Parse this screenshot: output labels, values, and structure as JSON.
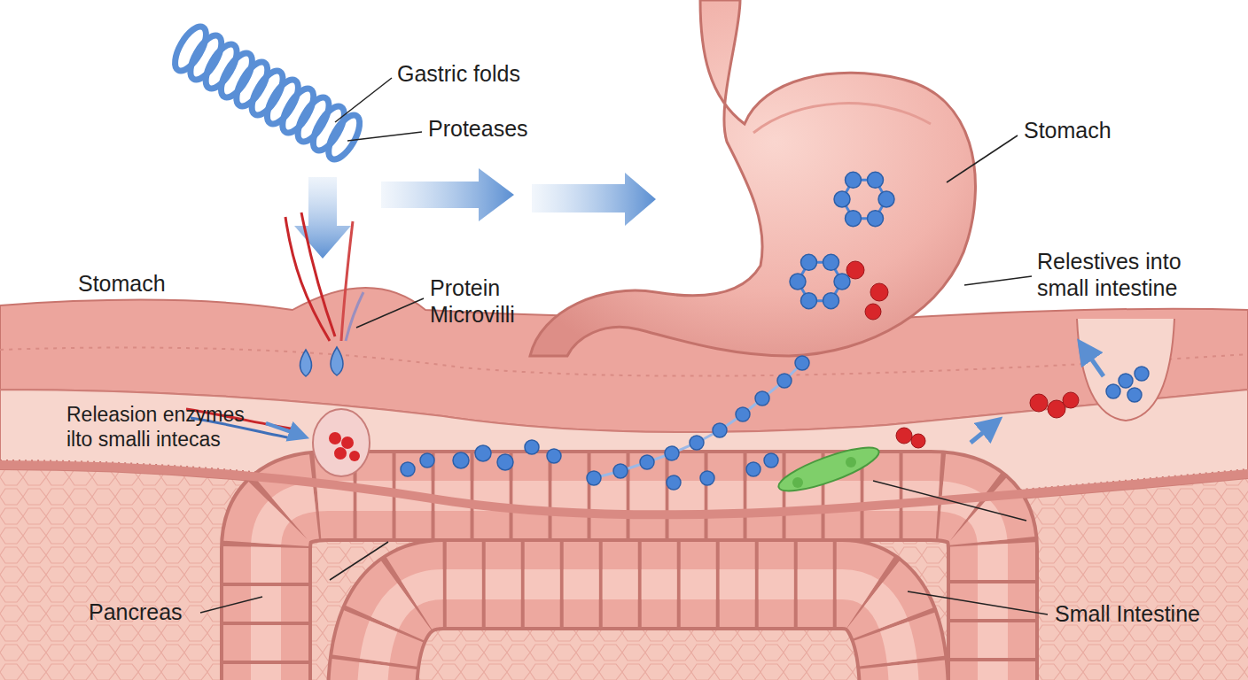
{
  "diagram": {
    "labels": [
      "Gastric folds",
      "Proteases",
      "Stomach",
      "Relestives into small intestine",
      "Stomach",
      "Protein Microvilli",
      "Releasion enzymes ilto smalli intecas",
      "Pancreas",
      "Small Intestine"
    ]
  }
}
